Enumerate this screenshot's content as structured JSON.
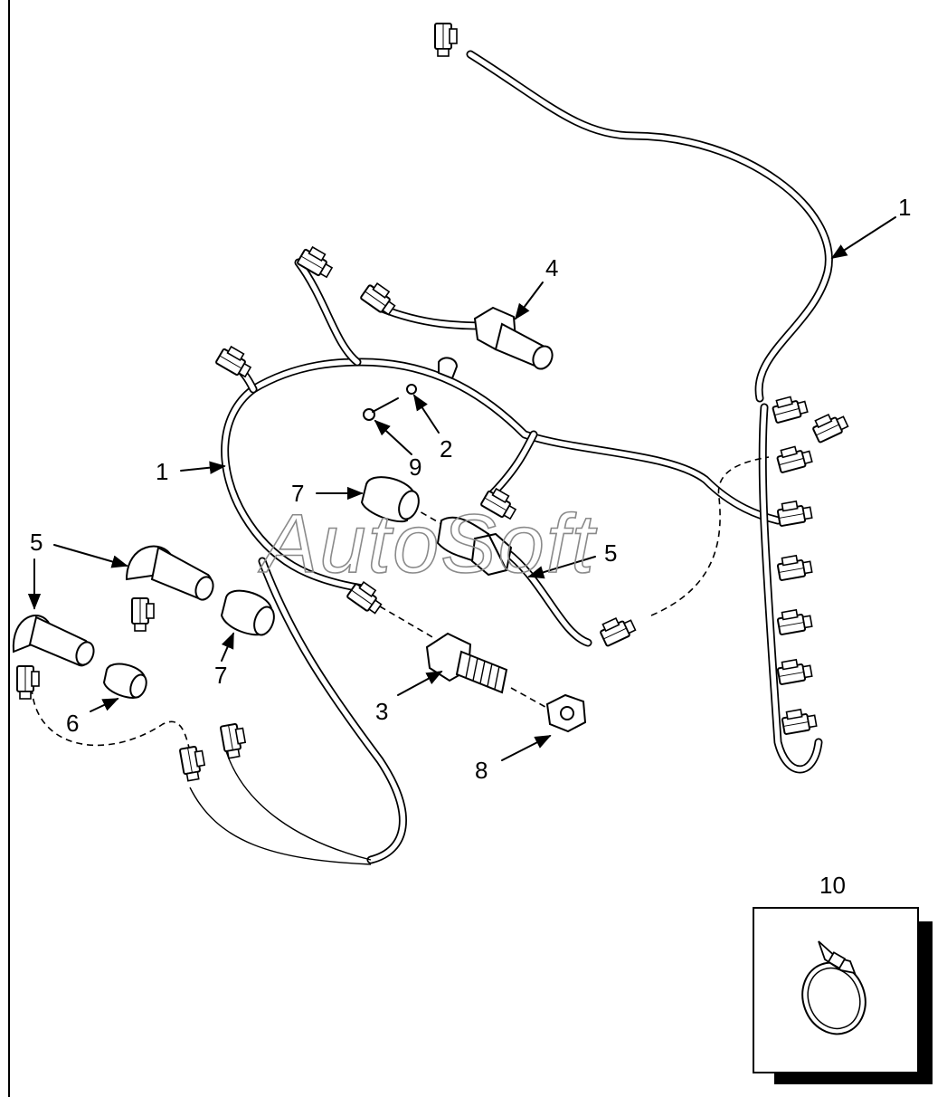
{
  "diagram": {
    "watermark": "AutoSoft",
    "callouts": [
      {
        "id": "c1a",
        "label": "1"
      },
      {
        "id": "c1b",
        "label": "1"
      },
      {
        "id": "c2",
        "label": "2"
      },
      {
        "id": "c3",
        "label": "3"
      },
      {
        "id": "c4",
        "label": "4"
      },
      {
        "id": "c5a",
        "label": "5"
      },
      {
        "id": "c5b",
        "label": "5"
      },
      {
        "id": "c6",
        "label": "6"
      },
      {
        "id": "c7a",
        "label": "7"
      },
      {
        "id": "c7b",
        "label": "7"
      },
      {
        "id": "c8",
        "label": "8"
      },
      {
        "id": "c9",
        "label": "9"
      },
      {
        "id": "c10",
        "label": "10"
      }
    ]
  }
}
